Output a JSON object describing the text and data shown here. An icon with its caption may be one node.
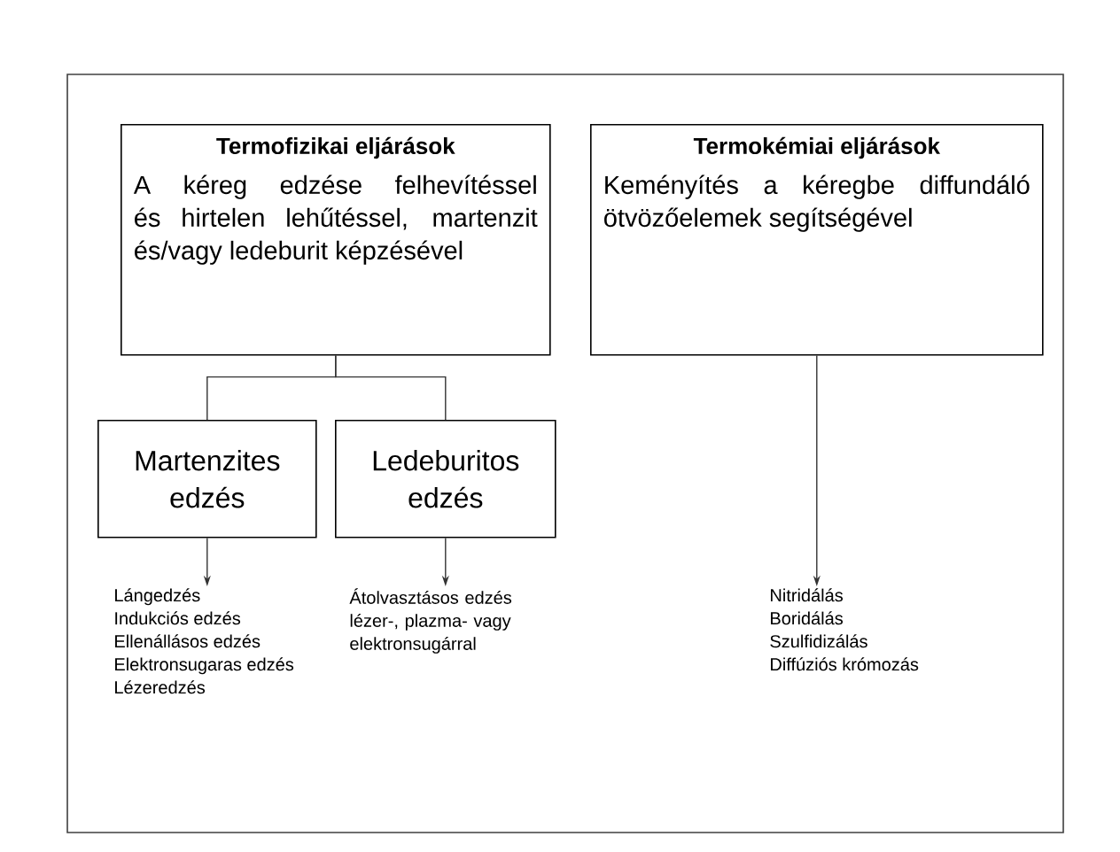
{
  "diagram": {
    "nodes": [
      {
        "text": [
          "Termofizikai eljárások",
          "A kéreg edzése felhevítéssel és hirtelen lehűtéssel, martenzit és/vagy ledeburit képzésével"
        ]
      },
      {
        "text": [
          "Termokémiai eljárások",
          "Keményítés a kéregbe diffundáló ötvözőelemek segítségével"
        ]
      },
      {
        "text": [
          "Martenzites edzés"
        ]
      },
      {
        "text": [
          "Ledeburitos edzés"
        ]
      },
      {
        "text": [
          "Lángedzés",
          "Indukciós edzés",
          "Ellenállásos edzés",
          "Elektronsugaras edzés",
          "Lézeredzés"
        ]
      },
      {
        "text": [
          "Átolvasztásos edzés lézer-, plazma- vagy elektronsugárral"
        ]
      },
      {
        "text": [
          "Nitridálás",
          "Boridálás",
          "Szulfidizálás",
          "Diffúziós krómozás"
        ]
      }
    ],
    "edges": [
      {
        "from": 0,
        "to": 2,
        "arrow": "none"
      },
      {
        "from": 0,
        "to": 3,
        "arrow": "none"
      },
      {
        "from": 2,
        "to": 4,
        "arrow": "to"
      },
      {
        "from": 3,
        "to": 5,
        "arrow": "to"
      },
      {
        "from": 1,
        "to": 6,
        "arrow": "to"
      }
    ]
  }
}
